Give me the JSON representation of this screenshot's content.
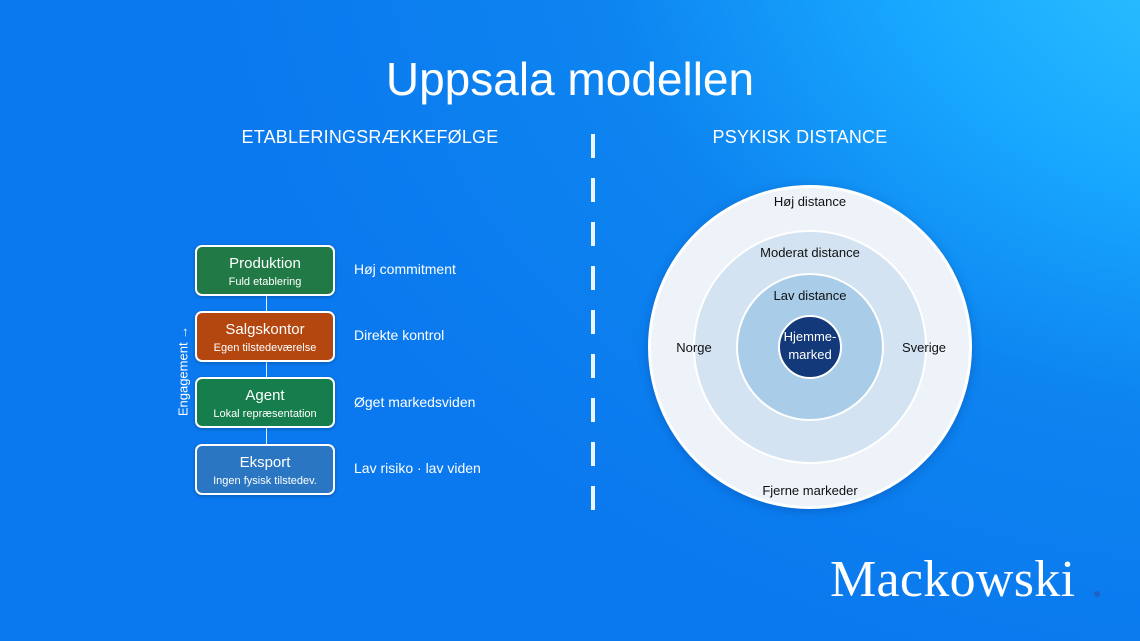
{
  "title": "Uppsala modellen",
  "left": {
    "heading": "ETABLERINGSRÆKKEFØLGE",
    "axis_label": "Engagement →",
    "stages": [
      {
        "title": "Produktion",
        "subtitle": "Fuld etablering",
        "description": "Høj commitment",
        "color": "#217a46"
      },
      {
        "title": "Salgskontor",
        "subtitle": "Egen tilstedeværelse",
        "description": "Direkte kontrol",
        "color": "#b4460f"
      },
      {
        "title": "Agent",
        "subtitle": "Lokal repræsentation",
        "description": "Øget markedsviden",
        "color": "#167d4c"
      },
      {
        "title": "Eksport",
        "subtitle": "Ingen fysisk tilstedev.",
        "description": "Lav risiko · lav viden",
        "color": "#2a76c3"
      }
    ]
  },
  "right": {
    "heading": "PSYKISK DISTANCE",
    "outer_label": "Høj distance",
    "middle_label": "Moderat distance",
    "inner_label": "Lav distance",
    "core_label": "Hjemme-\nmarked",
    "left_label": "Norge",
    "right_label": "Sverige",
    "bottom_label": "Fjerne markeder",
    "colors": {
      "outer": "#eef3f9",
      "middle": "#d3e3f1",
      "inner": "#a9cce8",
      "core": "#13397a"
    }
  },
  "brand": "Mackowski"
}
